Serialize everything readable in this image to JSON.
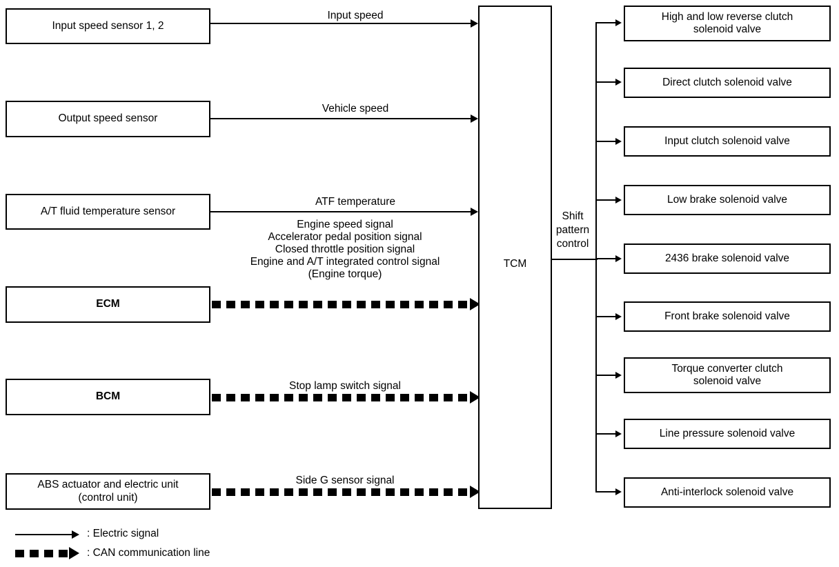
{
  "diagram": {
    "title": "TCM shift control system block diagram",
    "central_unit": {
      "label": "TCM",
      "sub_label": "Shift\npattern\ncontrol"
    },
    "inputs": [
      {
        "box_label": "Input speed sensor 1, 2",
        "signal_label": "Input speed",
        "line_type": "electric",
        "bold": false
      },
      {
        "box_label": "Output speed sensor",
        "signal_label": "Vehicle speed",
        "line_type": "electric",
        "bold": false
      },
      {
        "box_label": "A/T fluid temperature sensor",
        "signal_label": "ATF temperature",
        "line_type": "electric",
        "bold": false
      },
      {
        "box_label": "ECM",
        "signal_label": "Engine speed signal\nAccelerator pedal position signal\nClosed throttle position signal\nEngine and A/T integrated control signal\n(Engine torque)",
        "line_type": "can",
        "bold": true
      },
      {
        "box_label": "BCM",
        "signal_label": "Stop lamp switch signal",
        "line_type": "can",
        "bold": true
      },
      {
        "box_label": "ABS actuator and electric unit\n(control unit)",
        "signal_label": "Side G sensor signal",
        "line_type": "can",
        "bold": false
      }
    ],
    "outputs": [
      {
        "box_label": "High and low reverse clutch\nsolenoid valve",
        "line_weight": "thick"
      },
      {
        "box_label": "Direct clutch solenoid valve",
        "line_weight": "thick"
      },
      {
        "box_label": "Input clutch solenoid valve",
        "line_weight": "thin"
      },
      {
        "box_label": "Low brake solenoid valve",
        "line_weight": "thick"
      },
      {
        "box_label": "2436 brake solenoid valve",
        "line_weight": "thin"
      },
      {
        "box_label": "Front brake solenoid valve",
        "line_weight": "thin"
      },
      {
        "box_label": "Torque converter clutch\nsolenoid valve",
        "line_weight": "thick"
      },
      {
        "box_label": "Line pressure solenoid valve",
        "line_weight": "thin"
      },
      {
        "box_label": "Anti-interlock solenoid valve",
        "line_weight": "thin"
      }
    ],
    "legend": [
      {
        "symbol": "thin-arrow-icon",
        "label": ": Electric signal"
      },
      {
        "symbol": "can-arrow-icon",
        "label": ": CAN communication line"
      }
    ],
    "colors": {
      "stroke": "#000000",
      "background": "#ffffff"
    }
  }
}
